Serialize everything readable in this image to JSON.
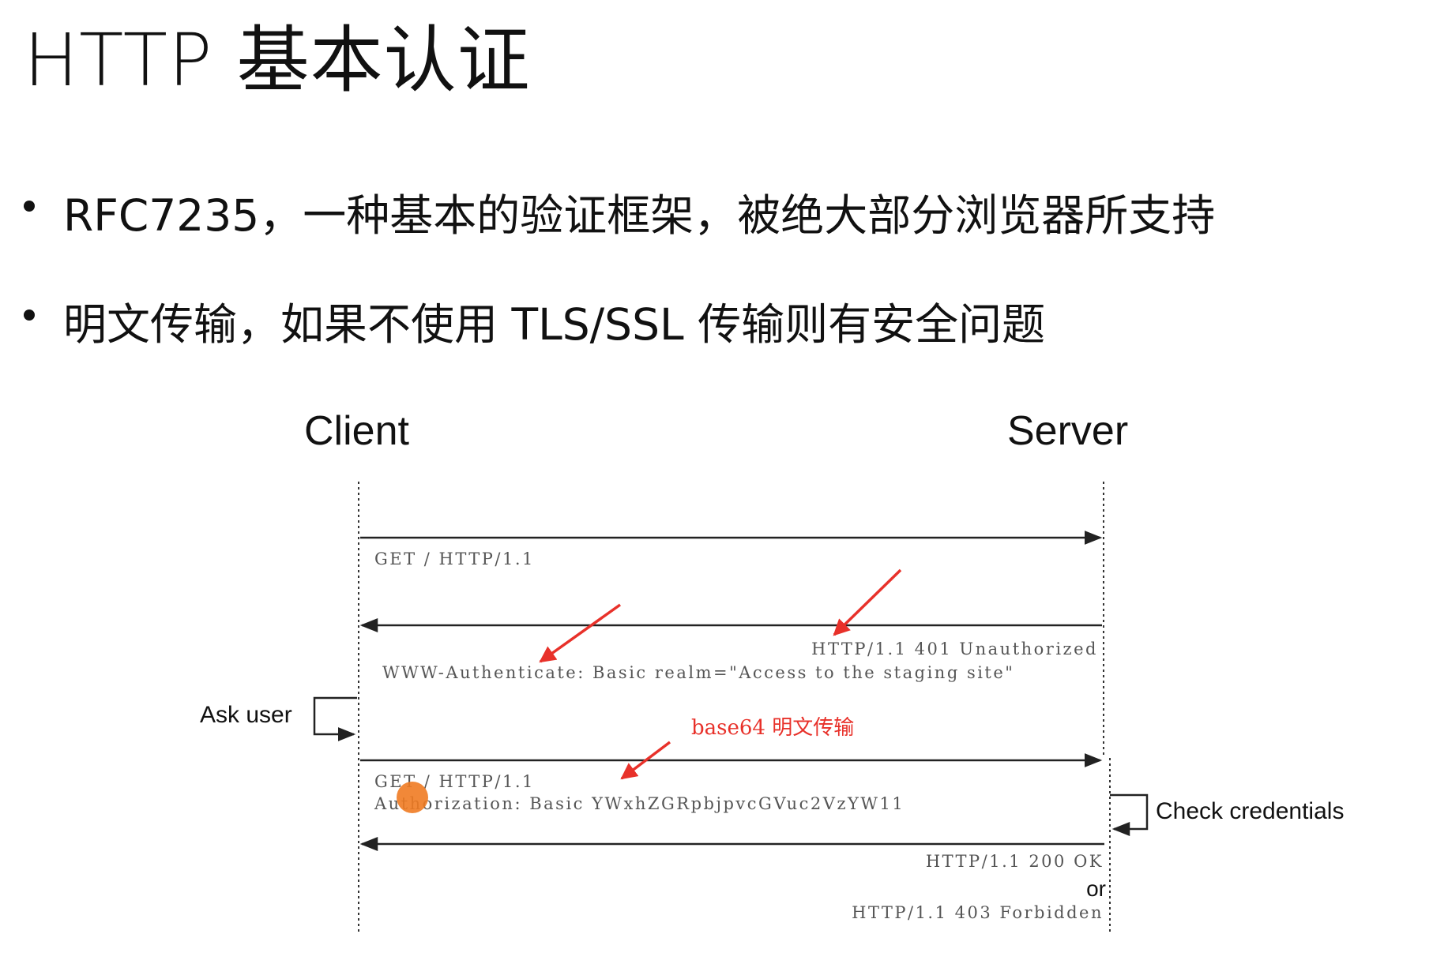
{
  "title": "HTTP 基本认证",
  "bullets": [
    "RFC7235，一种基本的验证框架，被绝大部分浏览器所支持",
    "明文传输，如果不使用 TLS/SSL 传输则有安全问题"
  ],
  "diagram": {
    "client_label": "Client",
    "server_label": "Server",
    "ask_user_label": "Ask user",
    "check_credentials_label": "Check credentials",
    "messages": {
      "request1": "GET / HTTP/1.1",
      "response1_status": "HTTP/1.1 401 Unauthorized",
      "response1_header": "WWW-Authenticate: Basic realm=\"Access to the staging site\"",
      "request2_line": "GET / HTTP/1.1",
      "request2_header": "Authorization: Basic YWxhZGRpbjpvcGVuc2VzYW11",
      "response2_ok": "HTTP/1.1 200 OK",
      "or": "or",
      "response2_forbidden": "HTTP/1.1 403 Forbidden"
    },
    "annotation": "base64 明文传输",
    "colors": {
      "annotation": "#e8312a",
      "cursor": "#f07b22",
      "line": "#222222"
    }
  }
}
